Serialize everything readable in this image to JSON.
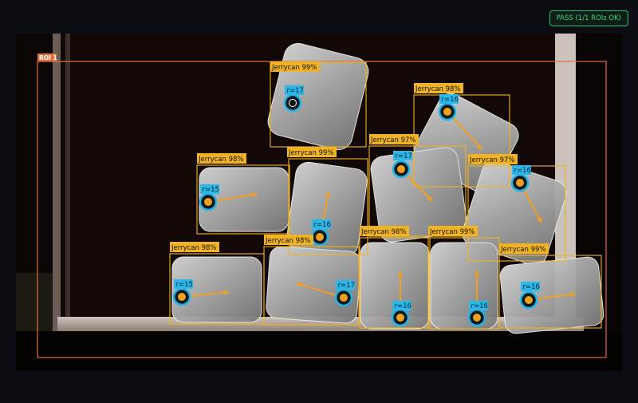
{
  "status": {
    "text": "PASS (1/1 ROIs OK)",
    "color": "#3ddc84"
  },
  "colors": {
    "roi": "#e0703c",
    "box": "#f0b323",
    "label_bg": "#f0b323",
    "label_text": "#111111",
    "r_bg": "#2bb8e8",
    "r_text": "#0a2030",
    "arrow": "#f0a020",
    "ring": "#1fb5e6"
  },
  "roi": {
    "label": "ROI 1"
  },
  "detections": [
    {
      "label": "Jerrycan 99%",
      "r": "r=17"
    },
    {
      "label": "Jerrycan 98%",
      "r": "r=16"
    },
    {
      "label": "Jerrycan 98%",
      "r": "r=15"
    },
    {
      "label": "Jerrycan 99%",
      "r": "r=16"
    },
    {
      "label": "Jerrycan 97%",
      "r": "r=17"
    },
    {
      "label": "Jerrycan 97%",
      "r": "r=16"
    },
    {
      "label": "Jerrycan 98%",
      "r": "r=15"
    },
    {
      "label": "Jerrycan 98%",
      "r": "r=17"
    },
    {
      "label": "Jerrycan 98%",
      "r": "r=16"
    },
    {
      "label": "Jerrycan 99%",
      "r": "r=16"
    },
    {
      "label": "Jerrycan 99%",
      "r": "r=16"
    }
  ]
}
